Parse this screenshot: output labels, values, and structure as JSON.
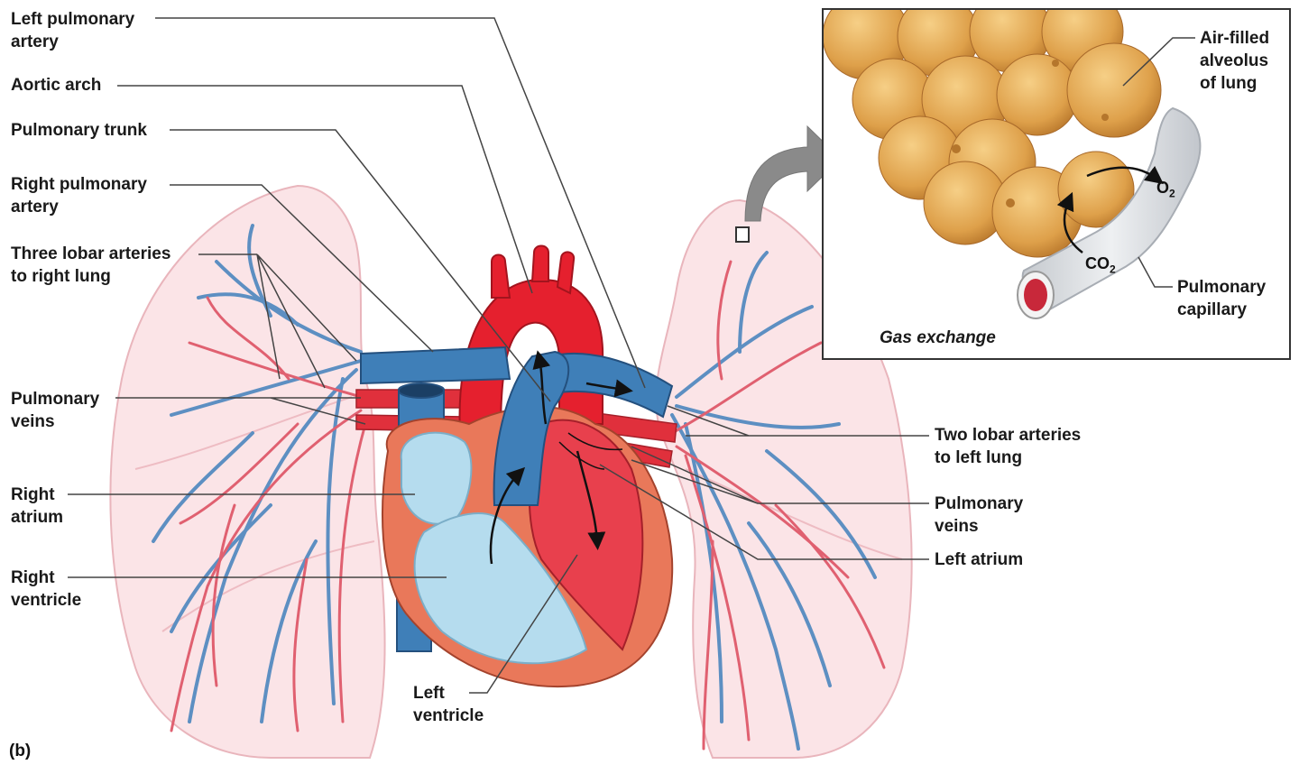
{
  "figure": {
    "panel_letter": "(b)",
    "inset_caption": "Gas exchange",
    "o2": {
      "base": "O",
      "sub": "2"
    },
    "co2": {
      "base": "CO",
      "sub": "2"
    }
  },
  "labels": {
    "left_pulmonary_artery": "Left pulmonary\nartery",
    "aortic_arch": "Aortic arch",
    "pulmonary_trunk": "Pulmonary trunk",
    "right_pulmonary_artery": "Right pulmonary\nartery",
    "three_lobar_arteries": "Three lobar arteries\nto right lung",
    "pulmonary_veins_left": "Pulmonary\nveins",
    "right_atrium": "Right\natrium",
    "right_ventricle": "Right\nventricle",
    "left_ventricle": "Left\nventricle",
    "two_lobar_arteries": "Two lobar arteries\nto left lung",
    "pulmonary_veins_right": "Pulmonary\nveins",
    "left_atrium": "Left atrium",
    "air_filled_alveolus": "Air-filled\nalveolus\nof lung",
    "pulmonary_capillary": "Pulmonary\ncapillary"
  },
  "colors": {
    "artery_blue": "#3f7fb8",
    "vein_red": "#e0303c",
    "lung_pink": "#fbe3e6",
    "heart_wall": "#e9785a",
    "chamber_blue": "#b5dcee",
    "chamber_red": "#e8404d",
    "alveolus_gold": "#e0a44a",
    "capillary_gray": "#d9dce0"
  }
}
